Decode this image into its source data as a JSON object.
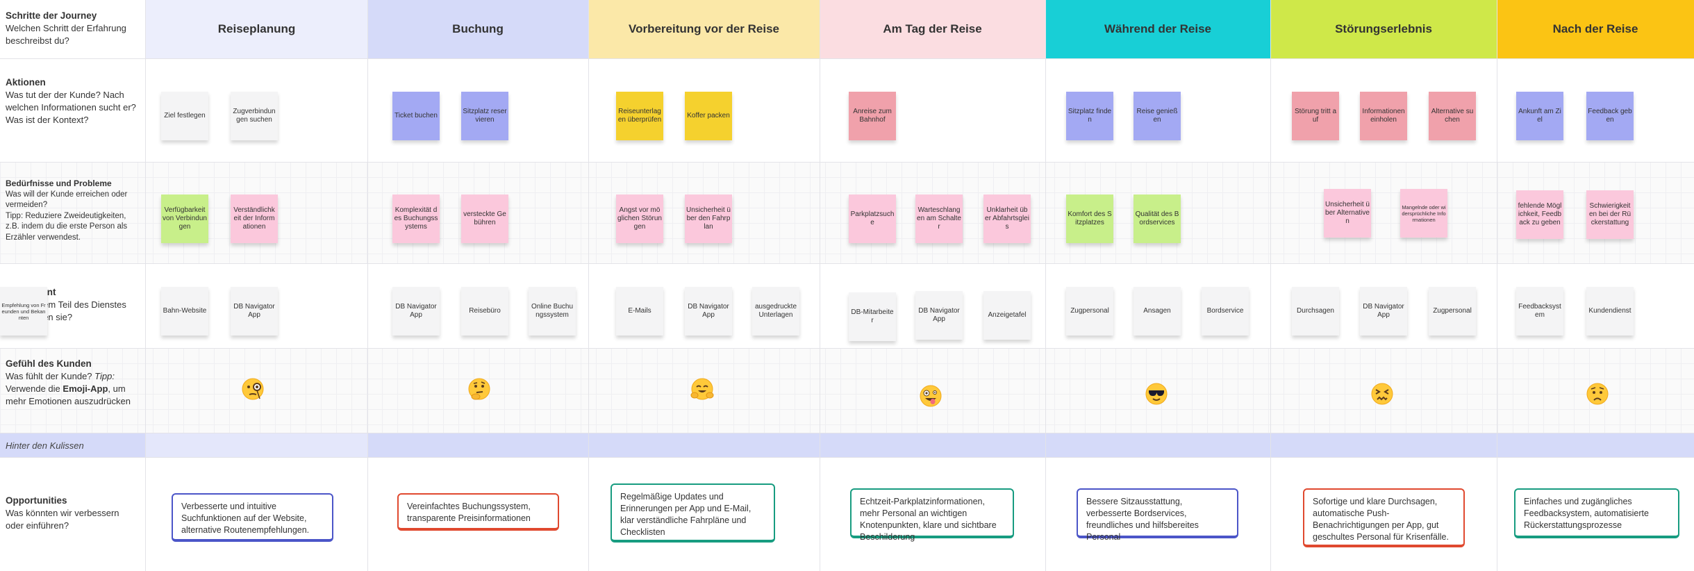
{
  "rows": {
    "journey": {
      "title": "Schritte der Journey",
      "sub": "Welchen Schritt der Erfahrung beschreibst du?"
    },
    "aktionen": {
      "title": "Aktionen",
      "sub": "Was tut der der Kunde? Nach welchen Informationen sucht er? Was ist der Kontext?"
    },
    "beduerfnisse": {
      "title": "Bedürfnisse und Probleme",
      "sub": "Was will der Kunde erreichen oder vermeiden?",
      "tipp": "Tipp: Reduziere Zweideutigkeiten, z.B. indem du die erste Person als Erzähler verwendest."
    },
    "touchpoint": {
      "title": "Touchpoint",
      "sub": "Mit welchem Teil des Dienstes interagieren sie?"
    },
    "gefuehl": {
      "title": "Gefühl des Kunden",
      "sub_a": "Was fühlt der Kunde?",
      "sub_b": "Tipp:",
      "sub_c": "Verwende die",
      "sub_d": "Emoji-App",
      "sub_e": ", um mehr Emotionen auszudrücken"
    },
    "kulissen": {
      "title": "Hinter den Kulissen"
    },
    "opportunities": {
      "title": "Opportunities",
      "sub": "Was könnten wir verbessern oder einführen?"
    }
  },
  "columns": [
    {
      "label": "Reiseplanung",
      "color": "#eceefc"
    },
    {
      "label": "Buchung",
      "color": "#d5daf9"
    },
    {
      "label": "Vorbereitung vor der Reise",
      "color": "#fbe8a8"
    },
    {
      "label": "Am Tag der Reise",
      "color": "#fbdde1"
    },
    {
      "label": "Während der Reise",
      "color": "#18cfd6"
    },
    {
      "label": "Störungserlebnis",
      "color": "#cfe849"
    },
    {
      "label": "Nach der Reise",
      "color": "#fbc414"
    }
  ],
  "aktionen": [
    [
      {
        "text": "Ziel festlegen",
        "color": "white"
      },
      {
        "text": "Zugverbindungen suchen",
        "color": "white"
      }
    ],
    [
      {
        "text": "Ticket buchen",
        "color": "blue"
      },
      {
        "text": "Sitzplatz reservieren",
        "color": "blue"
      }
    ],
    [
      {
        "text": "Reiseunterlagen überprüfen",
        "color": "yellow"
      },
      {
        "text": "Koffer packen",
        "color": "yellow"
      }
    ],
    [
      {
        "text": "Anreise zum Bahnhof",
        "color": "red"
      }
    ],
    [
      {
        "text": "Sitzplatz finden",
        "color": "blue"
      },
      {
        "text": "Reise genießen",
        "color": "blue"
      }
    ],
    [
      {
        "text": "Störung tritt auf",
        "color": "red"
      },
      {
        "text": "Informationen einholen",
        "color": "red"
      },
      {
        "text": "Alternative suchen",
        "color": "red"
      }
    ],
    [
      {
        "text": "Ankunft am Ziel",
        "color": "blue"
      },
      {
        "text": "Feedback geben",
        "color": "blue"
      }
    ]
  ],
  "beduerfnisse": [
    [
      {
        "text": "Verfügbarkeit von Verbindungen",
        "color": "green"
      },
      {
        "text": "Verständlichkeit der Informationen",
        "color": "pink"
      }
    ],
    [
      {
        "text": "Komplexität des Buchungssystems",
        "color": "pink"
      },
      {
        "text": "versteckte Gebühren",
        "color": "pink"
      }
    ],
    [
      {
        "text": "Angst vor möglichen Störungen",
        "color": "pink"
      },
      {
        "text": "Unsicherheit über den Fahrplan",
        "color": "pink"
      }
    ],
    [
      {
        "text": "Parkplatzsuche",
        "color": "pink"
      },
      {
        "text": "Warteschlangen am Schalter",
        "color": "pink"
      },
      {
        "text": "Unklarheit über Abfahrtsgleis",
        "color": "pink"
      }
    ],
    [
      {
        "text": "Komfort des Sitzplatzes",
        "color": "green"
      },
      {
        "text": "Qualität des Bordservices",
        "color": "green"
      }
    ],
    [
      {
        "text": "Unsicherheit über Alternativen",
        "color": "pink"
      },
      {
        "text": "Mangelnde oder widersprüchliche Informationen",
        "color": "pink",
        "tiny": true
      }
    ],
    [
      {
        "text": "fehlende Möglichkeit, Feedback zu geben",
        "color": "pink"
      },
      {
        "text": "Schwierigkeiten bei der Rückerstattung",
        "color": "pink"
      }
    ]
  ],
  "touchpoints": [
    [
      {
        "text": "Bahn-Website",
        "color": "white"
      },
      {
        "text": "DB Navigator App",
        "color": "white"
      },
      {
        "text": "Empfehlung von Freunden und Bekannten",
        "color": "white",
        "tiny": true
      }
    ],
    [
      {
        "text": "DB Navigator App",
        "color": "white"
      },
      {
        "text": "Reisebüro",
        "color": "white"
      },
      {
        "text": "Online Buchungssystem",
        "color": "white"
      }
    ],
    [
      {
        "text": "E-Mails",
        "color": "white"
      },
      {
        "text": "DB Navigator App",
        "color": "white"
      },
      {
        "text": "ausgedruckte Unterlagen",
        "color": "white"
      }
    ],
    [
      {
        "text": "DB-Mitarbeiter",
        "color": "white"
      },
      {
        "text": "DB Navigator App",
        "color": "white"
      },
      {
        "text": "Anzeigetafel",
        "color": "white"
      }
    ],
    [
      {
        "text": "Zugpersonal",
        "color": "white"
      },
      {
        "text": "Ansagen",
        "color": "white"
      },
      {
        "text": "Bordservice",
        "color": "white"
      }
    ],
    [
      {
        "text": "Durchsagen",
        "color": "white"
      },
      {
        "text": "DB Navigator App",
        "color": "white"
      },
      {
        "text": "Zugpersonal",
        "color": "white"
      }
    ],
    [
      {
        "text": "Feedbacksystem",
        "color": "white"
      },
      {
        "text": "Kundendienst",
        "color": "white"
      }
    ]
  ],
  "emotions": [
    "monocle-face",
    "thinking-face",
    "hugging-face",
    "zany-face",
    "sunglasses-face",
    "confounded-face",
    "worried-face"
  ],
  "opportunities": [
    {
      "text": "Verbesserte und intuitive Suchfunktionen auf der Website, alternative Routenempfehlungen.",
      "color": "#4b55c8"
    },
    {
      "text": "Vereinfachtes Buchungssystem, transparente Preisinformationen",
      "color": "#e0492f"
    },
    {
      "text": "Regelmäßige Updates und Erinnerungen per App und E-Mail, klar verständliche Fahrpläne und Checklisten",
      "color": "#179c80"
    },
    {
      "text": "Echtzeit-Parkplatzinformationen, mehr Personal an wichtigen Knotenpunkten, klare und sichtbare Beschilderung",
      "color": "#179c80"
    },
    {
      "text": "Bessere Sitzausstattung, verbesserte Bordservices, freundliches und hilfsbereites Personal",
      "color": "#4b55c8"
    },
    {
      "text": "Sofortige und klare Durchsagen, automatische Push-Benachrichtigungen per App, gut geschultes Personal für Krisenfälle.",
      "color": "#e0492f"
    },
    {
      "text": "Einfaches und zugängliches Feedbacksystem, automatisierte Rückerstattungsprozesse",
      "color": "#179c80"
    }
  ]
}
